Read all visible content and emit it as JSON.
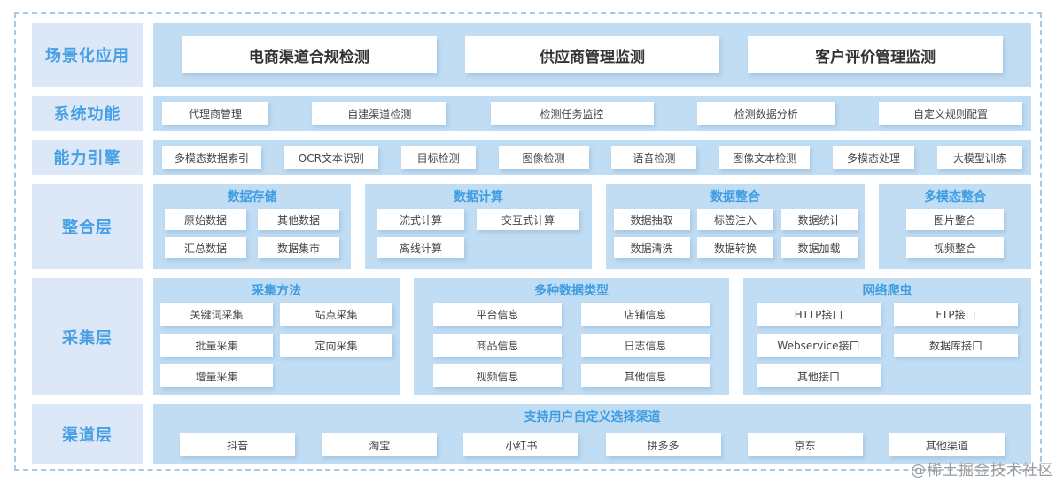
{
  "diagram": {
    "layers": [
      {
        "label": "场景化应用",
        "items": [
          "电商渠道合规检测",
          "供应商管理监测",
          "客户评价管理监测"
        ]
      },
      {
        "label": "系统功能",
        "items": [
          "代理商管理",
          "自建渠道检测",
          "检测任务监控",
          "检测数据分析",
          "自定义规则配置"
        ]
      },
      {
        "label": "能力引擎",
        "items": [
          "多模态数据索引",
          "OCR文本识别",
          "目标检测",
          "图像检测",
          "语音检测",
          "图像文本检测",
          "多模态处理",
          "大模型训练"
        ]
      },
      {
        "label": "整合层",
        "groups": [
          {
            "title": "数据存储",
            "items": [
              "原始数据",
              "其他数据",
              "汇总数据",
              "数据集市"
            ]
          },
          {
            "title": "数据计算",
            "items": [
              "流式计算",
              "交互式计算",
              "离线计算"
            ]
          },
          {
            "title": "数据整合",
            "items": [
              "数据抽取",
              "标签注入",
              "数据统计",
              "数据清洗",
              "数据转换",
              "数据加载"
            ]
          },
          {
            "title": "多模态整合",
            "items": [
              "图片整合",
              "视频整合"
            ]
          }
        ]
      },
      {
        "label": "采集层",
        "groups": [
          {
            "title": "采集方法",
            "items": [
              "关键词采集",
              "站点采集",
              "批量采集",
              "定向采集",
              "增量采集"
            ]
          },
          {
            "title": "多种数据类型",
            "items": [
              "平台信息",
              "店铺信息",
              "商品信息",
              "日志信息",
              "视频信息",
              "其他信息"
            ]
          },
          {
            "title": "网络爬虫",
            "items": [
              "HTTP接口",
              "FTP接口",
              "Webservice接口",
              "数据库接口",
              "其他接口"
            ]
          }
        ]
      },
      {
        "label": "渠道层",
        "title": "支持用户自定义选择渠道",
        "items": [
          "抖音",
          "淘宝",
          "小红书",
          "拼多多",
          "京东",
          "其他渠道"
        ]
      }
    ],
    "colors": {
      "container": "#c0ddf4",
      "label_bg": "#dce8f8",
      "accent_text": "#47a0e4",
      "dashed_border": "#a5c9e6"
    },
    "watermark": "@稀土掘金技术社区"
  }
}
